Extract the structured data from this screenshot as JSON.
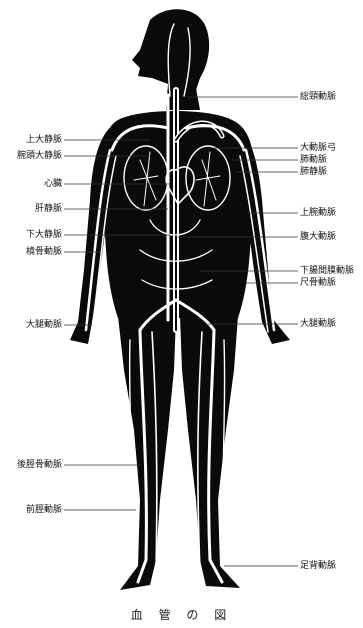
{
  "caption": "血 管 の 図",
  "labels": {
    "left": [
      {
        "id": "superior-vena-cava",
        "text": "上大静脈"
      },
      {
        "id": "brachiocephalic-vein",
        "text": "腕頭大静脈"
      },
      {
        "id": "heart",
        "text": "心臓"
      },
      {
        "id": "hepatic-vein",
        "text": "肝静脈"
      },
      {
        "id": "inferior-vena-cava",
        "text": "下大静脈"
      },
      {
        "id": "radial-artery",
        "text": "橈骨動脈"
      },
      {
        "id": "femoral-artery-left",
        "text": "大腿動脈"
      },
      {
        "id": "posterior-tibial-artery",
        "text": "後脛骨動脈"
      },
      {
        "id": "anterior-tibial-artery",
        "text": "前脛動脈"
      }
    ],
    "right": [
      {
        "id": "common-carotid-artery",
        "text": "総頸動脈"
      },
      {
        "id": "aortic-arch",
        "text": "大動脈弓"
      },
      {
        "id": "axillary-artery",
        "text": "肺動脈"
      },
      {
        "id": "pulmonary-vein",
        "text": "肺静脈"
      },
      {
        "id": "brachial-artery",
        "text": "上腕動脈"
      },
      {
        "id": "abdominal-aorta",
        "text": "腹大動脈"
      },
      {
        "id": "inferior-mesenteric-artery",
        "text": "下腸間膜動脈"
      },
      {
        "id": "ulnar-artery",
        "text": "尺骨動脈"
      },
      {
        "id": "femoral-artery-right",
        "text": "大腿動脈"
      },
      {
        "id": "dorsalis-pedis-artery",
        "text": "足背動脈"
      }
    ]
  }
}
